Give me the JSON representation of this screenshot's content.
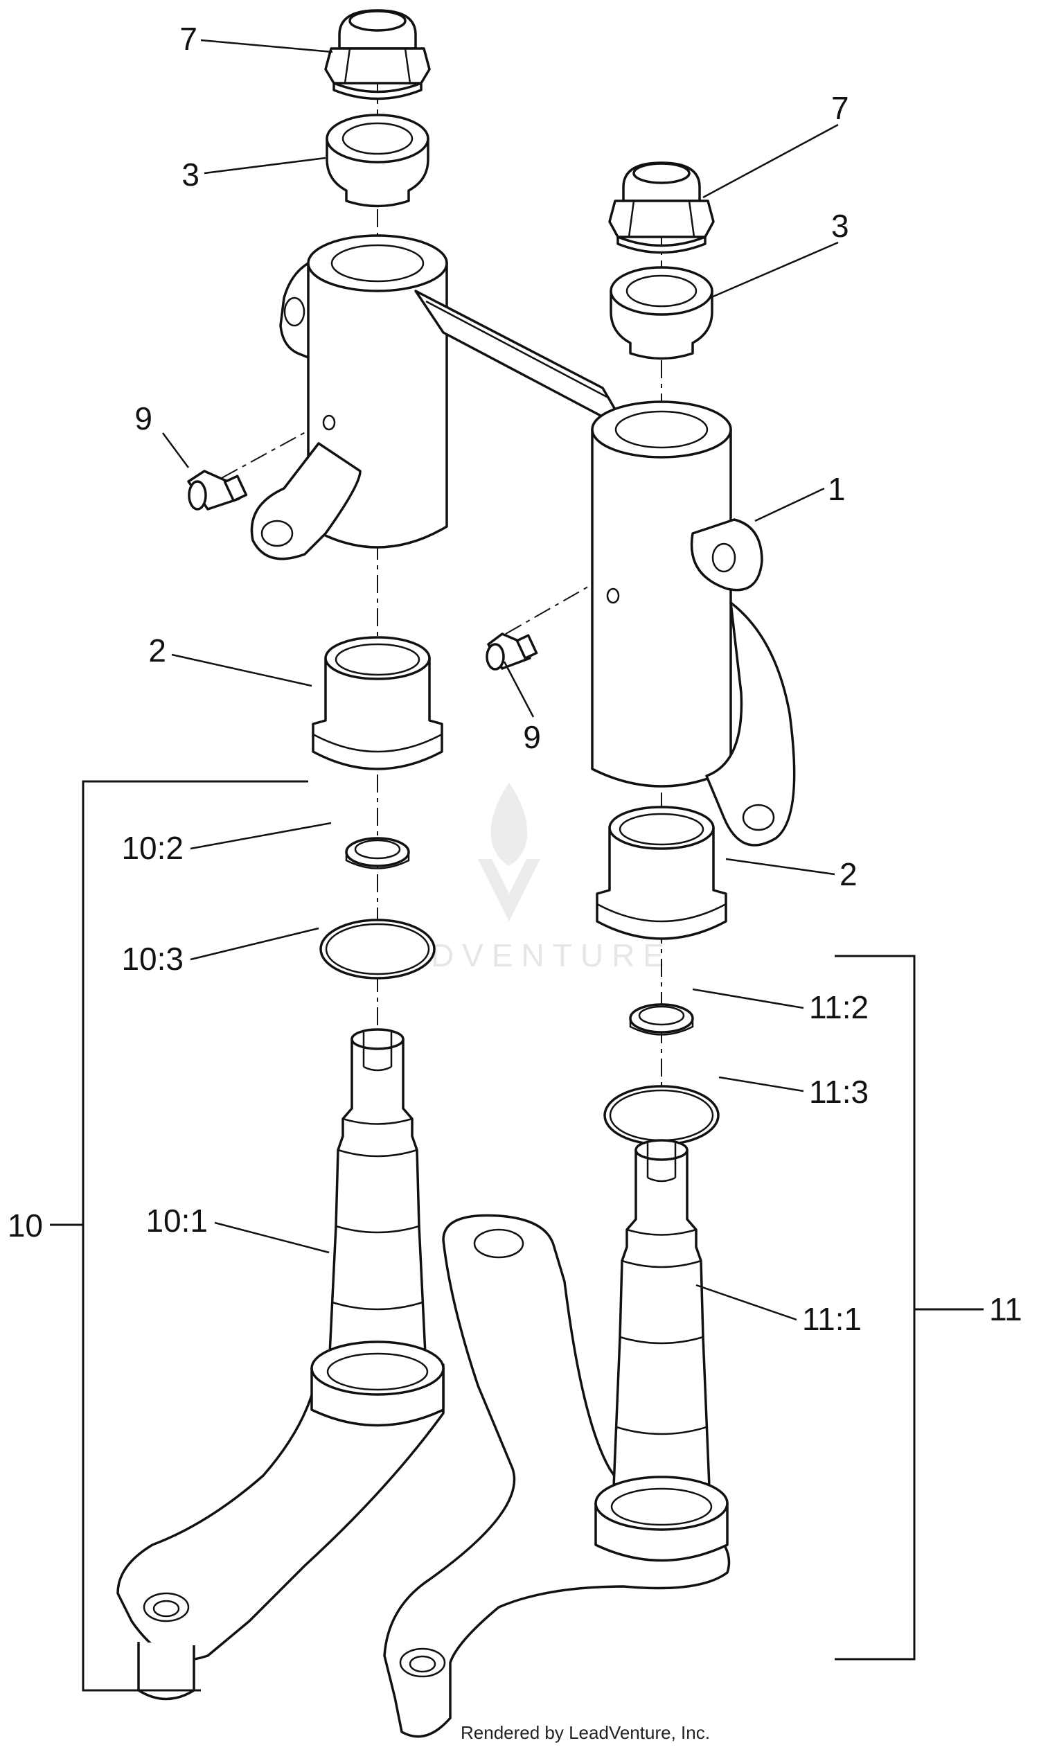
{
  "callouts": {
    "c7_left": "7",
    "c3_left": "3",
    "c7_right": "7",
    "c3_right": "3",
    "c1": "1",
    "c9_left": "9",
    "c9_right": "9",
    "c2_left": "2",
    "c2_right": "2",
    "c10_2": "10:2",
    "c10_3": "10:3",
    "c10_1": "10:1",
    "c10": "10",
    "c11_2": "11:2",
    "c11_3": "11:3",
    "c11_1": "11:1",
    "c11": "11"
  },
  "watermark": "LEADVENTURE",
  "credit": "Rendered by LeadVenture, Inc."
}
